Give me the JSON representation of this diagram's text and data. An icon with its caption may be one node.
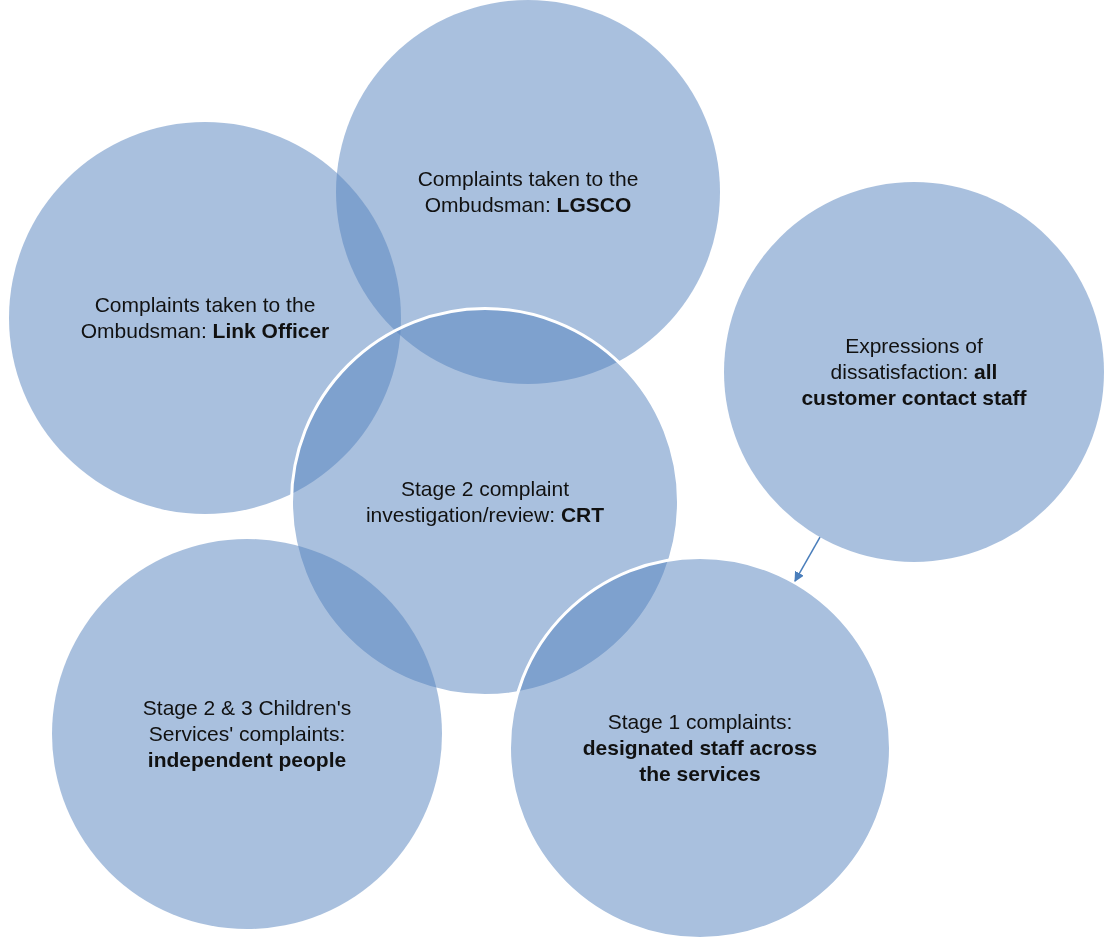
{
  "diagram": {
    "nodes": [
      {
        "text": [
          "Complaints taken to the Ombudsman: **LGSCO**"
        ]
      },
      {
        "text": [
          "Complaints taken to the Ombudsman: **Link Officer**"
        ]
      },
      {
        "text": [
          "Expressions of dissatisfaction: **all customer contact staff**"
        ]
      },
      {
        "text": [
          "Stage 2 complaint investigation/review: **CRT**"
        ]
      },
      {
        "text": [
          "Stage 2 & 3 Children's Services' complaints: **independent people**"
        ]
      },
      {
        "text": [
          "Stage 1 complaints: **designated staff across the services**"
        ]
      }
    ],
    "edges": [
      {
        "from": 2,
        "to": 5,
        "arrow": "to"
      }
    ]
  }
}
